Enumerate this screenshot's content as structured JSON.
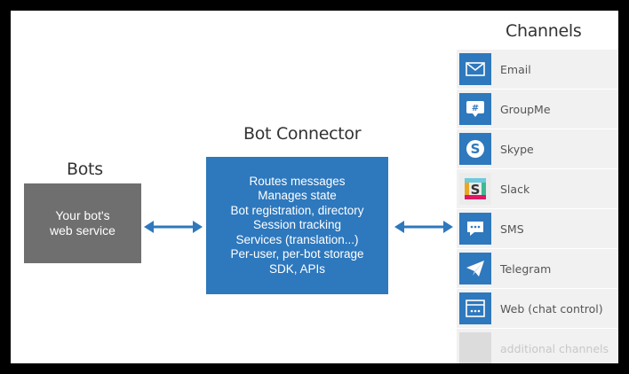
{
  "bots": {
    "title": "Bots",
    "box_line1": "Your bot's",
    "box_line2": "web service"
  },
  "connector": {
    "title": "Bot Connector",
    "features": [
      "Routes messages",
      "Manages state",
      "Bot registration, directory",
      "Session tracking",
      "Services (translation...)",
      "Per-user, per-bot storage",
      "SDK, APIs"
    ]
  },
  "channels": {
    "title": "Channels",
    "items": [
      {
        "label": "Email",
        "icon": "email-icon"
      },
      {
        "label": "GroupMe",
        "icon": "groupme-icon"
      },
      {
        "label": "Skype",
        "icon": "skype-icon"
      },
      {
        "label": "Slack",
        "icon": "slack-icon"
      },
      {
        "label": "SMS",
        "icon": "sms-icon"
      },
      {
        "label": "Telegram",
        "icon": "telegram-icon"
      },
      {
        "label": "Web (chat control)",
        "icon": "web-chat-icon"
      },
      {
        "label": "additional channels",
        "icon": "placeholder-icon"
      }
    ]
  },
  "colors": {
    "connector_blue": "#2e78bd",
    "bot_gray": "#6f6f6f",
    "channel_bg": "#f1f1f1"
  }
}
